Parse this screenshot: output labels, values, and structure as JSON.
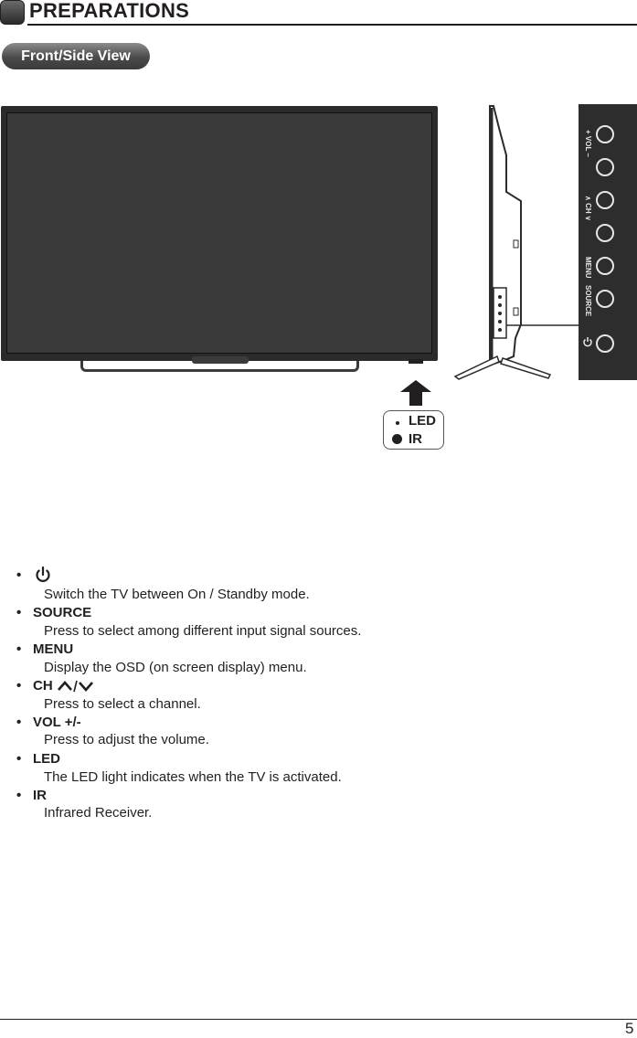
{
  "header": {
    "title": "PREPARATIONS"
  },
  "section": {
    "label": "Front/Side View"
  },
  "indicator_box": {
    "led_label": "LED",
    "ir_label": "IR"
  },
  "side_panel": {
    "vol_label": "+ VOL –",
    "ch_label": "∧ CH ∨",
    "menu_label": "MENU",
    "source_label": "SOURCE"
  },
  "list": [
    {
      "title": "",
      "icon": "power-icon",
      "description": "Switch the TV between On / Standby mode."
    },
    {
      "title": "SOURCE",
      "description": "Press to select among different input signal sources."
    },
    {
      "title": "MENU",
      "description": "Display the OSD (on screen display) menu."
    },
    {
      "title": "CH",
      "icon": "chevron-up-down-icon",
      "description": "Press to select a channel."
    },
    {
      "title": "VOL +/-",
      "description": "Press to adjust the volume."
    },
    {
      "title": "LED",
      "description": "The LED light indicates when the TV is activated."
    },
    {
      "title": "IR",
      "description": "Infrared Receiver."
    }
  ],
  "footer": {
    "page_number": "5"
  }
}
